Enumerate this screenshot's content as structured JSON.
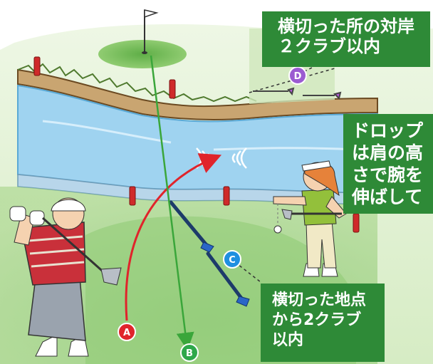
{
  "labels": {
    "top": [
      "横切った所の対岸",
      "２クラブ以内"
    ],
    "right": [
      "ドロップ",
      "は肩の高",
      "さで腕を",
      "伸ばして"
    ],
    "bottom": [
      "横切った地点",
      "から2クラブ",
      "以内"
    ]
  },
  "markers": {
    "a": "A",
    "b": "B",
    "c": "C",
    "d": "D"
  },
  "colors": {
    "label_bg": "#2e8a37",
    "water": "#9fd3f0",
    "bank": "#c9a571",
    "fairway": "#7fc064",
    "green": "#8dcb6a",
    "rough": "#dff0cf",
    "arrow_red": "#e0242b",
    "line_green": "#3aa63a",
    "marker_a": "#e0242b",
    "marker_b": "#2ea84a",
    "marker_c": "#1f8fe0",
    "marker_d": "#9b5bd1",
    "hazard_stake": "#cf2a2a"
  }
}
